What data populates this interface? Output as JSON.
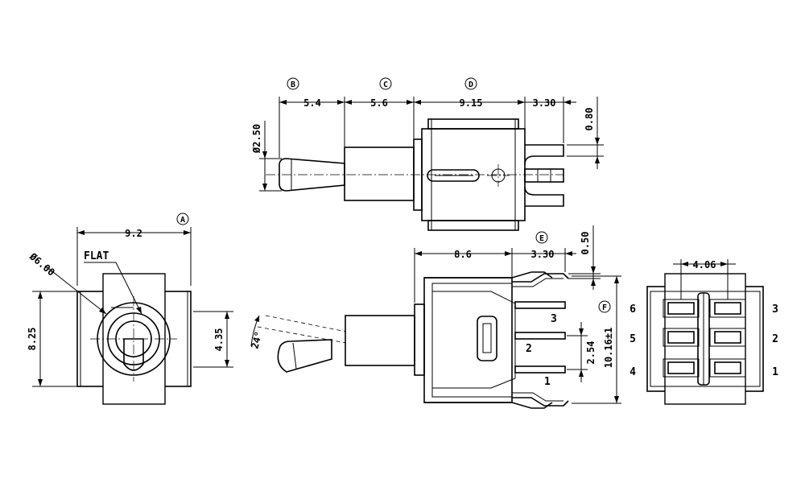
{
  "callouts": {
    "a": "A",
    "b": "B",
    "c": "C",
    "d": "D",
    "e": "E",
    "f": "F"
  },
  "front_view": {
    "width": "9.2",
    "height": "8.25",
    "diameter": "Ø6.00",
    "flat": "FLAT",
    "half_height": "4.35"
  },
  "top_view": {
    "dim_b": "5.4",
    "dim_c": "5.6",
    "dim_d": "9.15",
    "dim_pin": "3.30",
    "pin_thick": "0.80",
    "lever_dia": "Ø2.50"
  },
  "side_view": {
    "angle": "24°",
    "body_len": "8.6",
    "pin_len": "3.30",
    "pin_thick": "0.50",
    "pitch": "2.54",
    "total_h": "10.16±1",
    "pins": [
      "3",
      "2",
      "1"
    ]
  },
  "bottom_view": {
    "spacing": "4.06",
    "left_labels": [
      "6",
      "5",
      "4"
    ],
    "right_labels": [
      "3",
      "2",
      "1"
    ]
  }
}
